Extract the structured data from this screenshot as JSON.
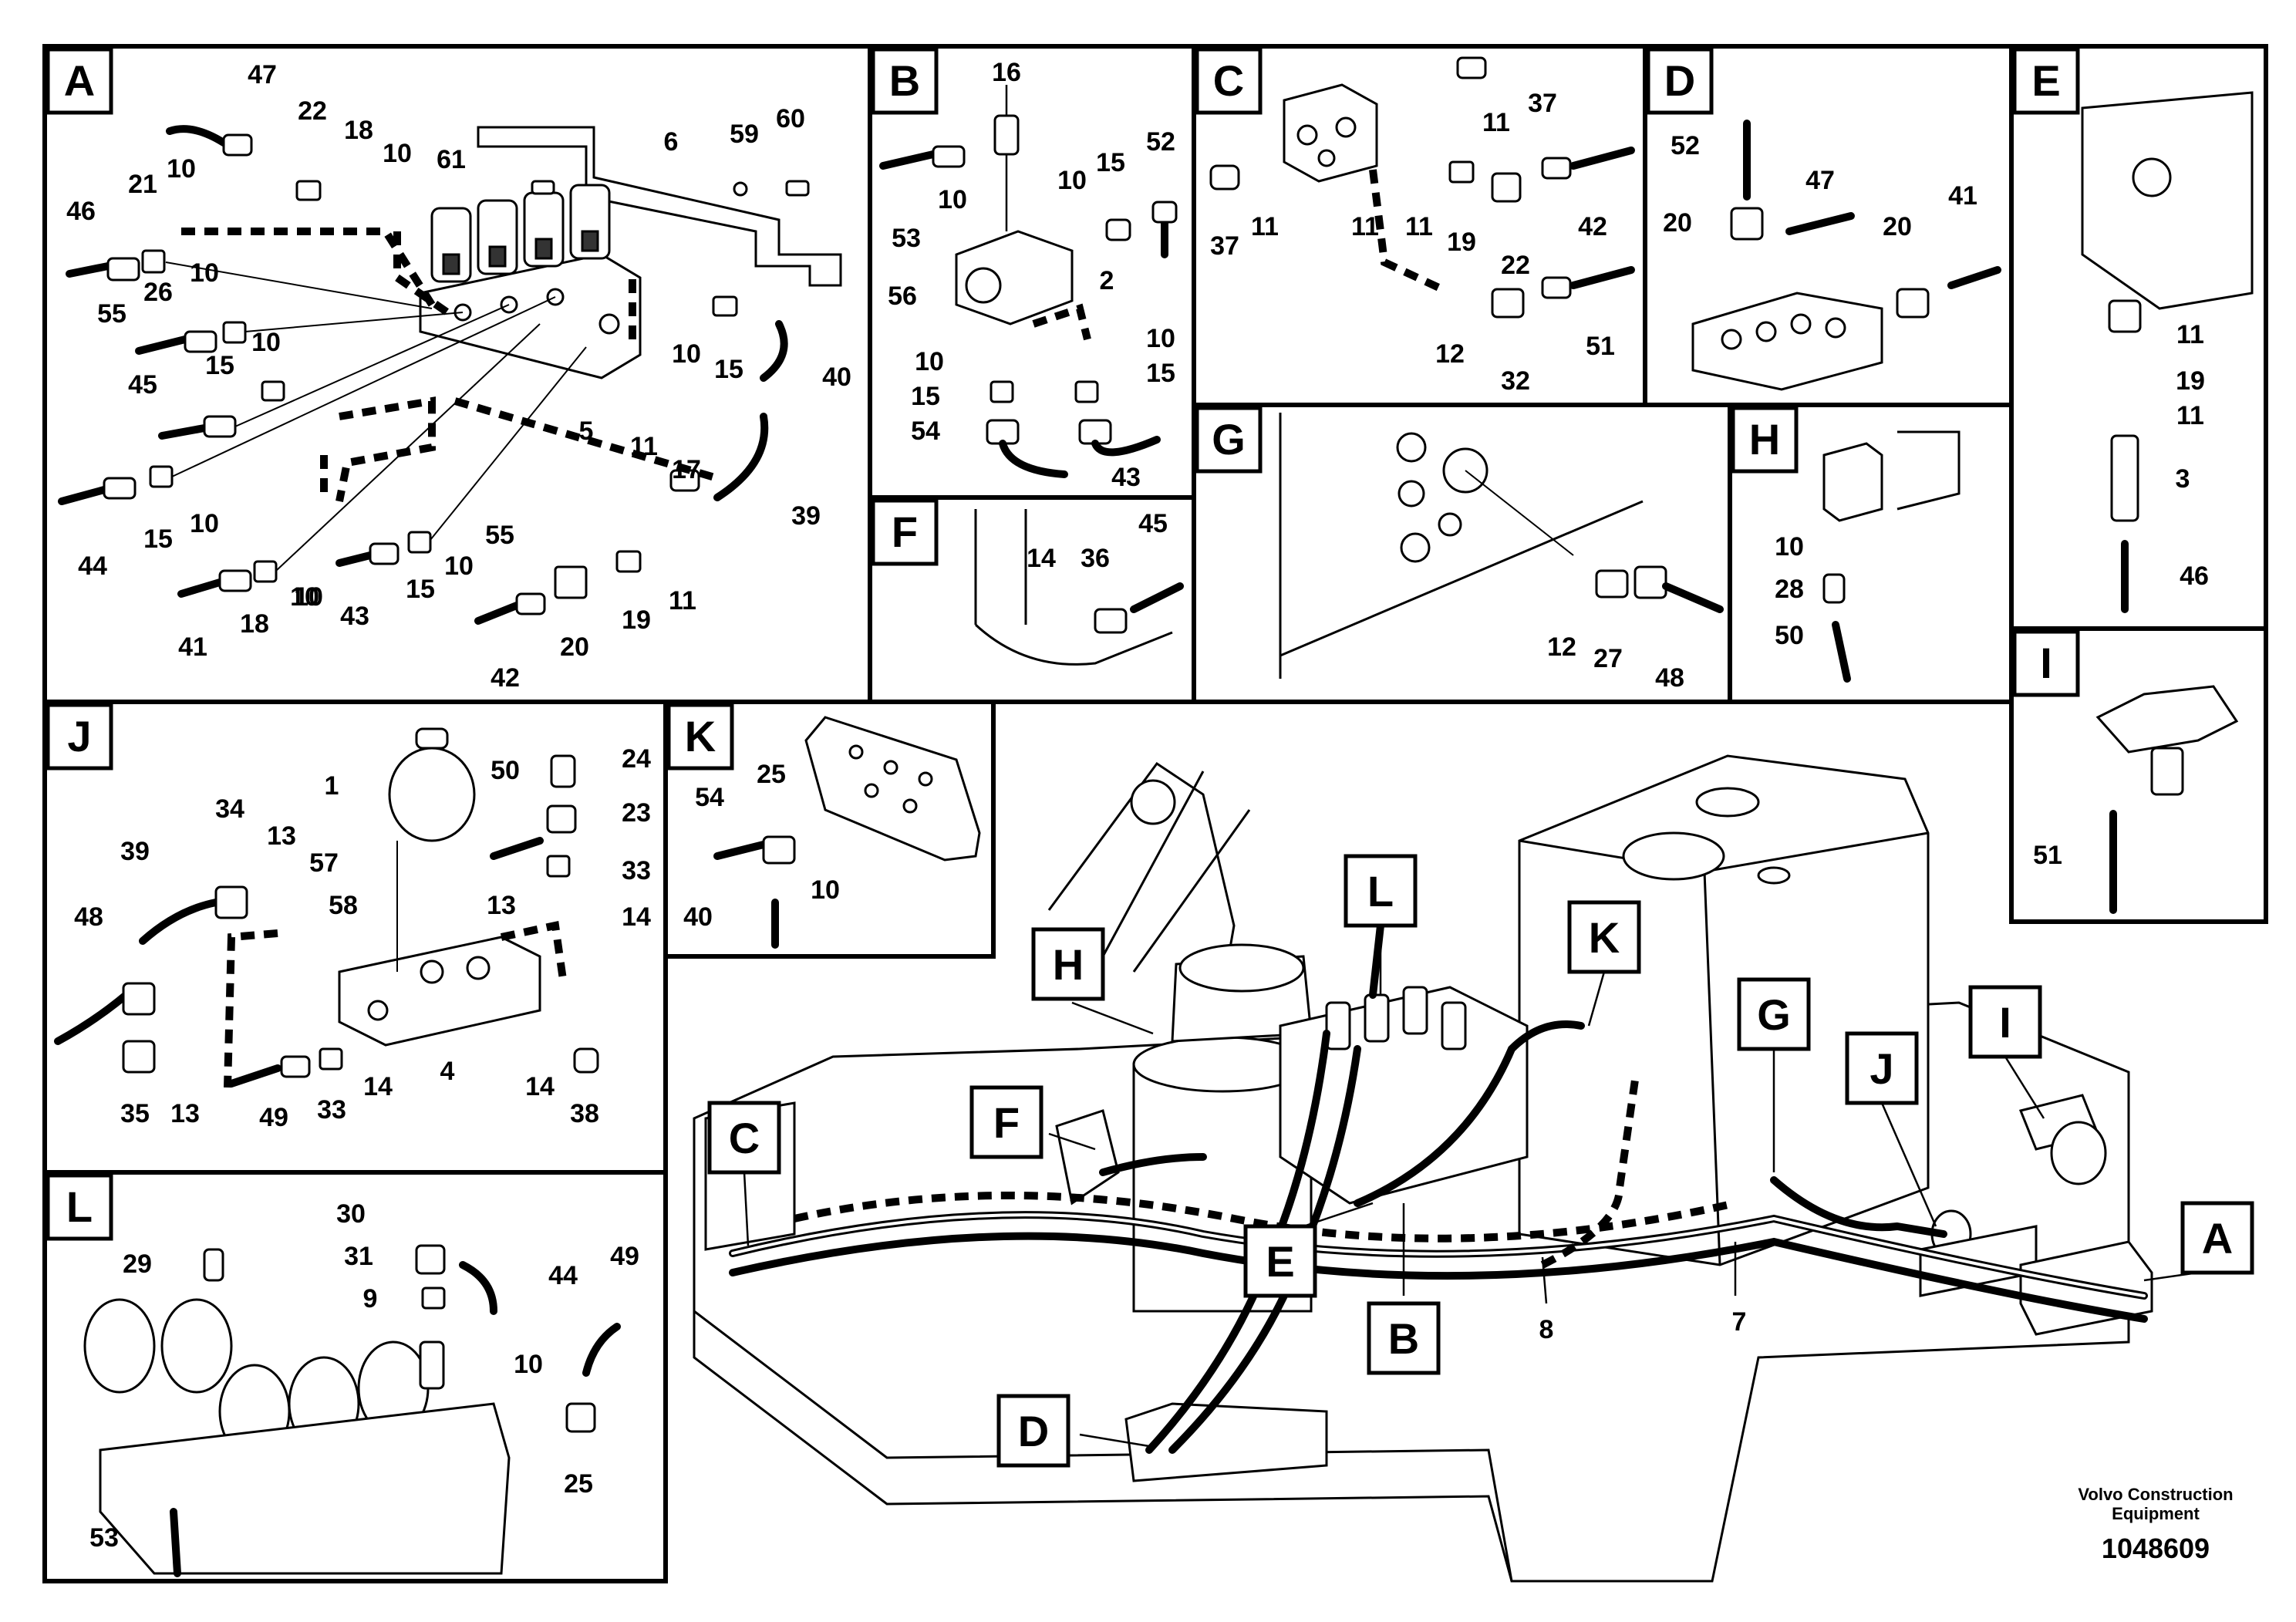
{
  "panels": {
    "A": {
      "tag": "A",
      "callouts": [
        "47",
        "22",
        "18",
        "10",
        "21",
        "10",
        "46",
        "55",
        "26",
        "10",
        "10",
        "45",
        "15",
        "10",
        "44",
        "15",
        "10",
        "41",
        "18",
        "10",
        "43",
        "15",
        "10",
        "55",
        "42",
        "20",
        "19",
        "11",
        "5",
        "11",
        "17",
        "39",
        "10",
        "15",
        "40",
        "61",
        "6",
        "59",
        "60"
      ]
    },
    "B": {
      "tag": "B",
      "callouts": [
        "16",
        "52",
        "10",
        "15",
        "53",
        "10",
        "56",
        "2",
        "10",
        "15",
        "10",
        "15",
        "54",
        "43"
      ]
    },
    "C": {
      "tag": "C",
      "callouts": [
        "37",
        "11",
        "11",
        "37",
        "11",
        "11",
        "19",
        "42",
        "22",
        "12",
        "32",
        "51"
      ]
    },
    "D": {
      "tag": "D",
      "callouts": [
        "52",
        "20",
        "47",
        "41",
        "20"
      ]
    },
    "E": {
      "tag": "E",
      "callouts": [
        "11",
        "19",
        "11",
        "3",
        "46"
      ]
    },
    "F": {
      "tag": "F",
      "callouts": [
        "14",
        "36",
        "45"
      ]
    },
    "G": {
      "tag": "G",
      "callouts": [
        "12",
        "27",
        "48"
      ]
    },
    "H": {
      "tag": "H",
      "callouts": [
        "10",
        "28",
        "50"
      ]
    },
    "I": {
      "tag": "I",
      "callouts": [
        "51"
      ]
    },
    "J": {
      "tag": "J",
      "callouts": [
        "1",
        "50",
        "24",
        "23",
        "34",
        "13",
        "39",
        "57",
        "33",
        "58",
        "13",
        "14",
        "48",
        "4",
        "35",
        "13",
        "49",
        "33",
        "14",
        "14",
        "38"
      ]
    },
    "K": {
      "tag": "K",
      "callouts": [
        "25",
        "54",
        "10",
        "40"
      ]
    },
    "L": {
      "tag": "L",
      "callouts": [
        "30",
        "29",
        "31",
        "9",
        "44",
        "49",
        "10",
        "25",
        "53"
      ]
    }
  },
  "overview": {
    "tags": [
      "H",
      "L",
      "K",
      "G",
      "J",
      "I",
      "A",
      "C",
      "F",
      "E",
      "B",
      "D"
    ],
    "callouts": [
      "8",
      "7"
    ]
  },
  "footer": {
    "brand_line1": "Volvo Construction",
    "brand_line2": "Equipment",
    "doc_number": "1048609"
  }
}
